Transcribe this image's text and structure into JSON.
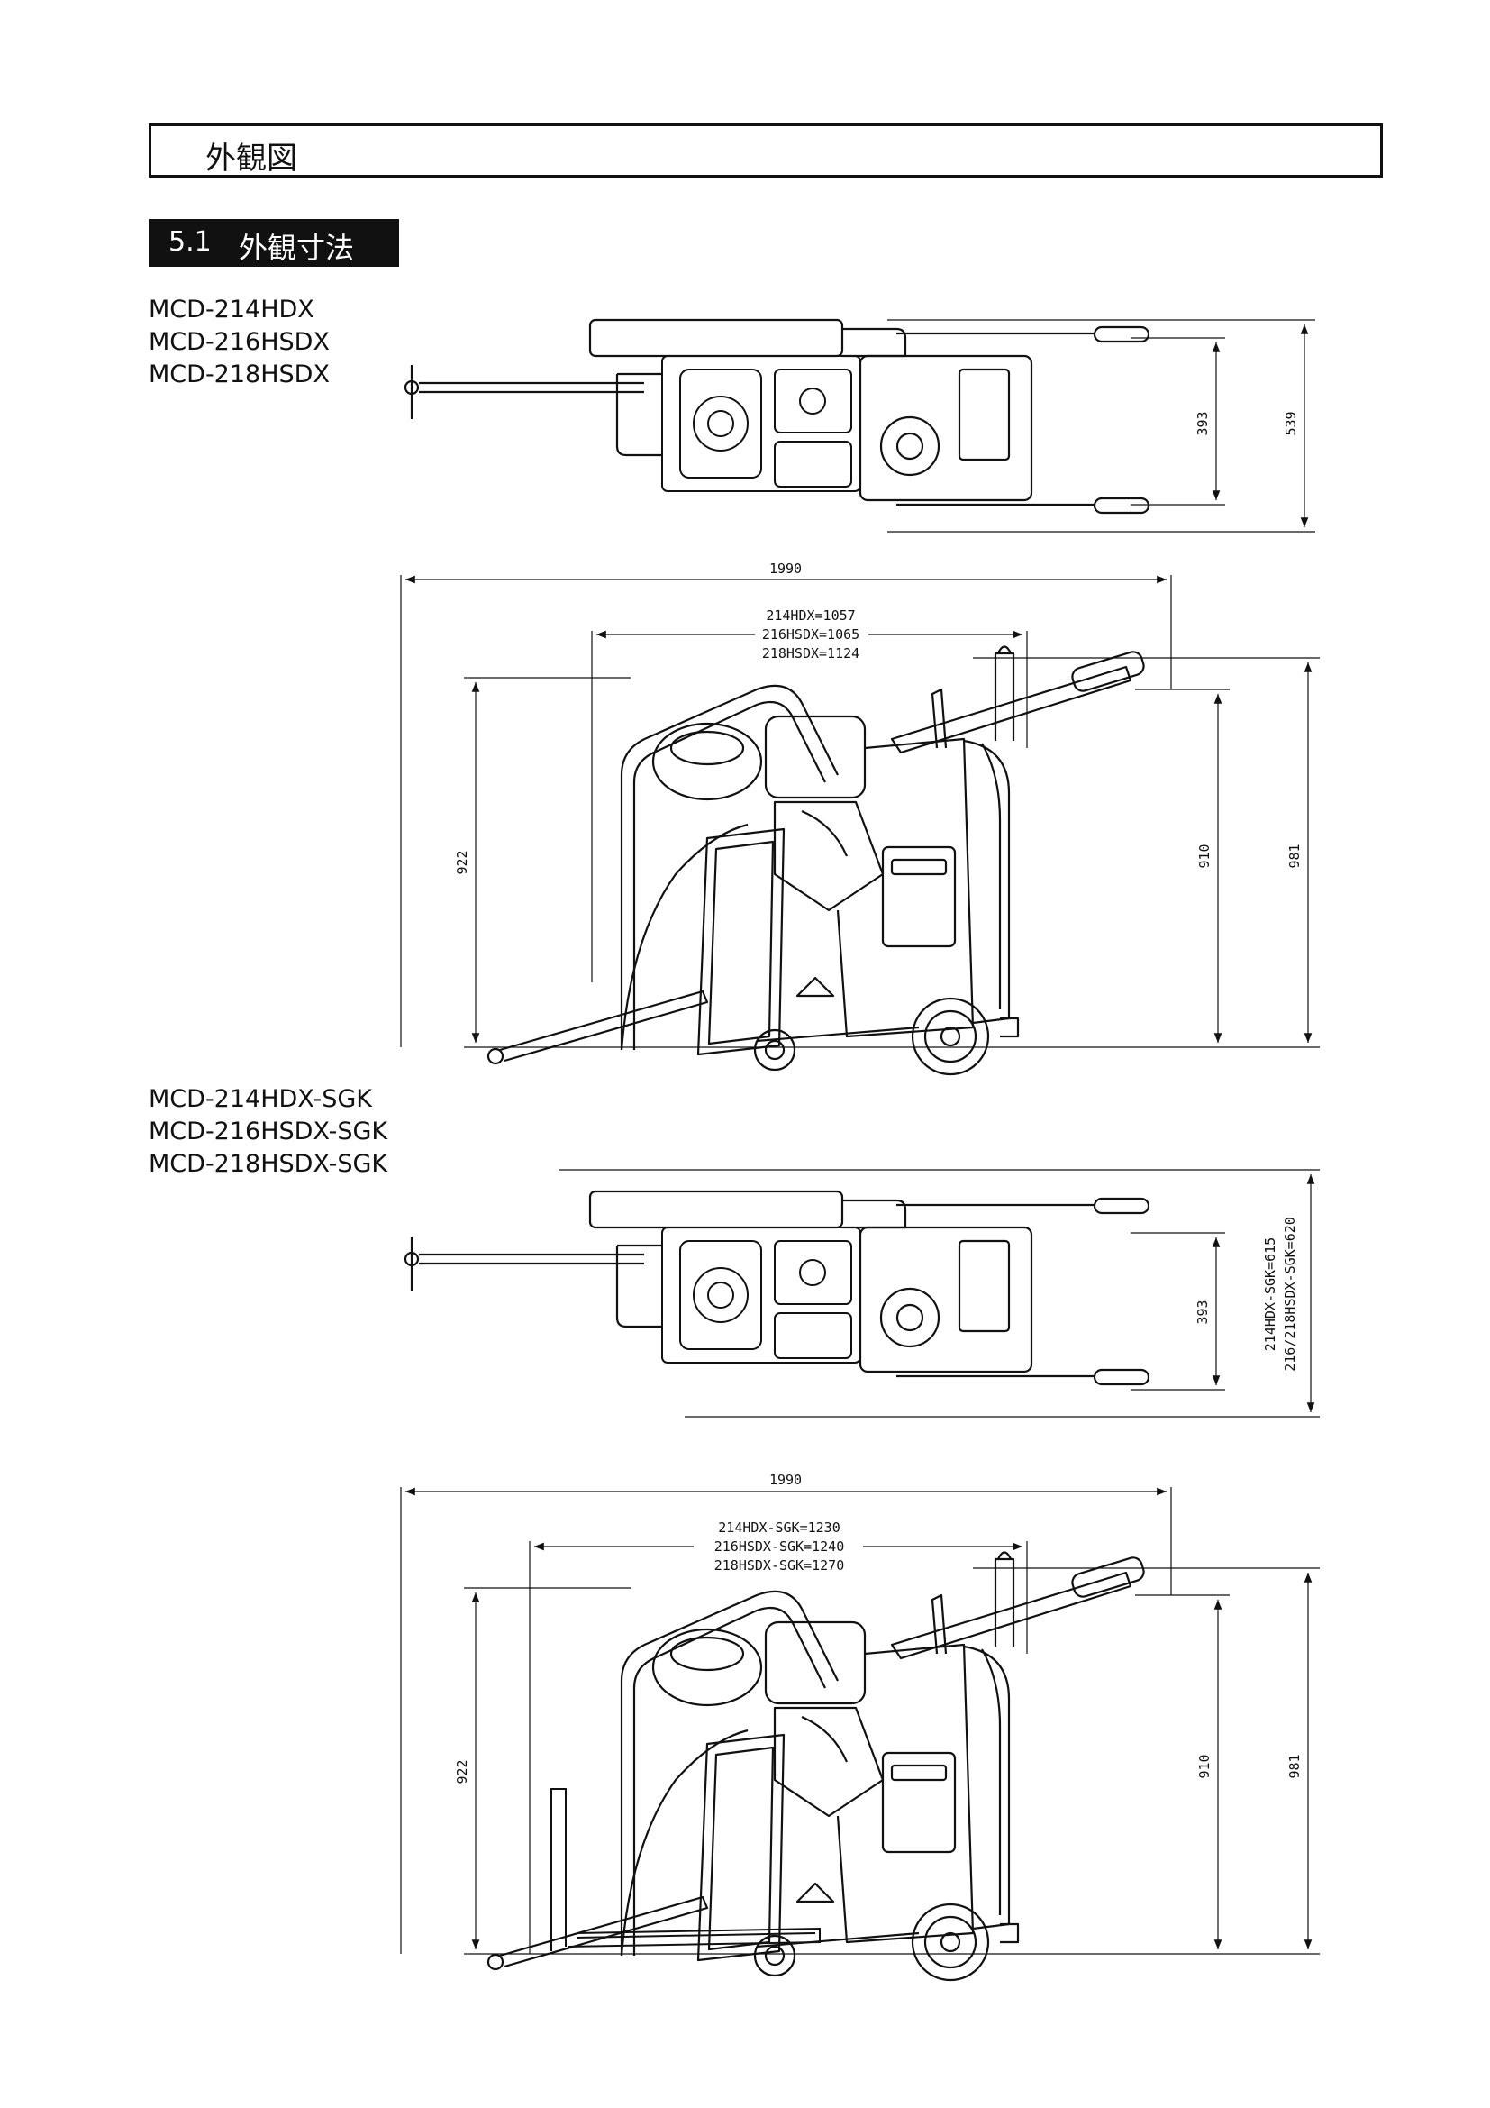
{
  "header": {
    "page_title": "外観図",
    "section_number": "5.1",
    "section_title": "外観寸法"
  },
  "group_standard": {
    "models": [
      "MCD-214HDX",
      "MCD-216HSDX",
      "MCD-218HSDX"
    ],
    "top_view": {
      "width_inner": "393",
      "width_outer": "539"
    },
    "side_view": {
      "overall_length": "1990",
      "body_lengths": [
        "214HDX=1057",
        "216HSDX=1065",
        "218HSDX=1124"
      ],
      "height_front": "922",
      "height_handle": "910",
      "height_overall": "981"
    }
  },
  "group_sgk": {
    "models": [
      "MCD-214HDX-SGK",
      "MCD-216HSDX-SGK",
      "MCD-218HSDX-SGK"
    ],
    "top_view": {
      "width_inner": "393",
      "width_outer_a": "214HDX-SGK=615",
      "width_outer_b": "216/218HSDX-SGK=620"
    },
    "side_view": {
      "overall_length": "1990",
      "body_lengths": [
        "214HDX-SGK=1230",
        "216HSDX-SGK=1240",
        "218HSDX-SGK=1270"
      ],
      "height_front": "922",
      "height_handle": "910",
      "height_overall": "981"
    }
  }
}
